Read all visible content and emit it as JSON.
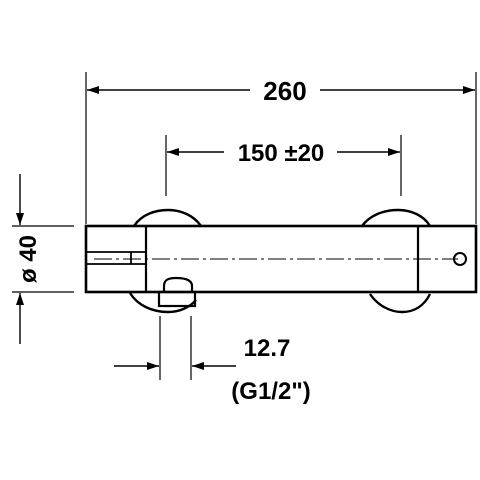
{
  "drawing": {
    "dimensions": {
      "overall_length": "260",
      "inlet_spacing": "150 ±20",
      "body_diameter": "ø 40",
      "outlet_offset": "12.7",
      "outlet_thread": "(G1/2\")"
    },
    "colors": {
      "line": "#000000",
      "background": "#ffffff"
    }
  }
}
